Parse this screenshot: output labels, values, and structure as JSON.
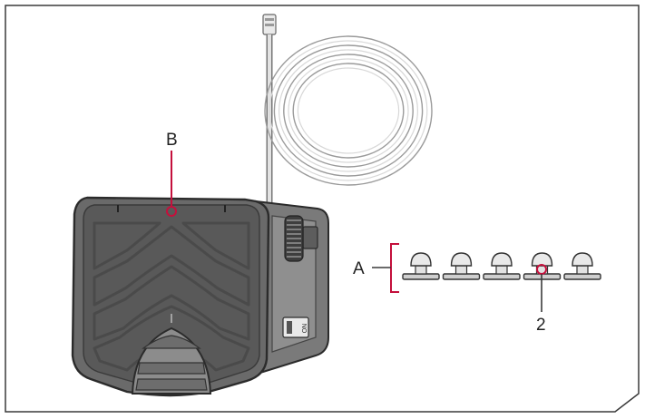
{
  "colors": {
    "frame": "#3a3a3a",
    "device_dark": "#5a5a5a",
    "device_mid": "#6f6f6f",
    "device_light": "#8b8b8b",
    "outline": "#2b2b2b",
    "callout_red": "#c4103c",
    "plug_fill": "#d9d9d9",
    "cable": "#bdbdbd"
  },
  "labels": {
    "a": "A",
    "b": "B",
    "two": "2"
  },
  "side_badge": "NO",
  "plug_count": 5,
  "icons": [
    "coiled-cable-icon",
    "foot-pedal-icon",
    "rubber-plug-icon",
    "callout-circle-icon"
  ]
}
